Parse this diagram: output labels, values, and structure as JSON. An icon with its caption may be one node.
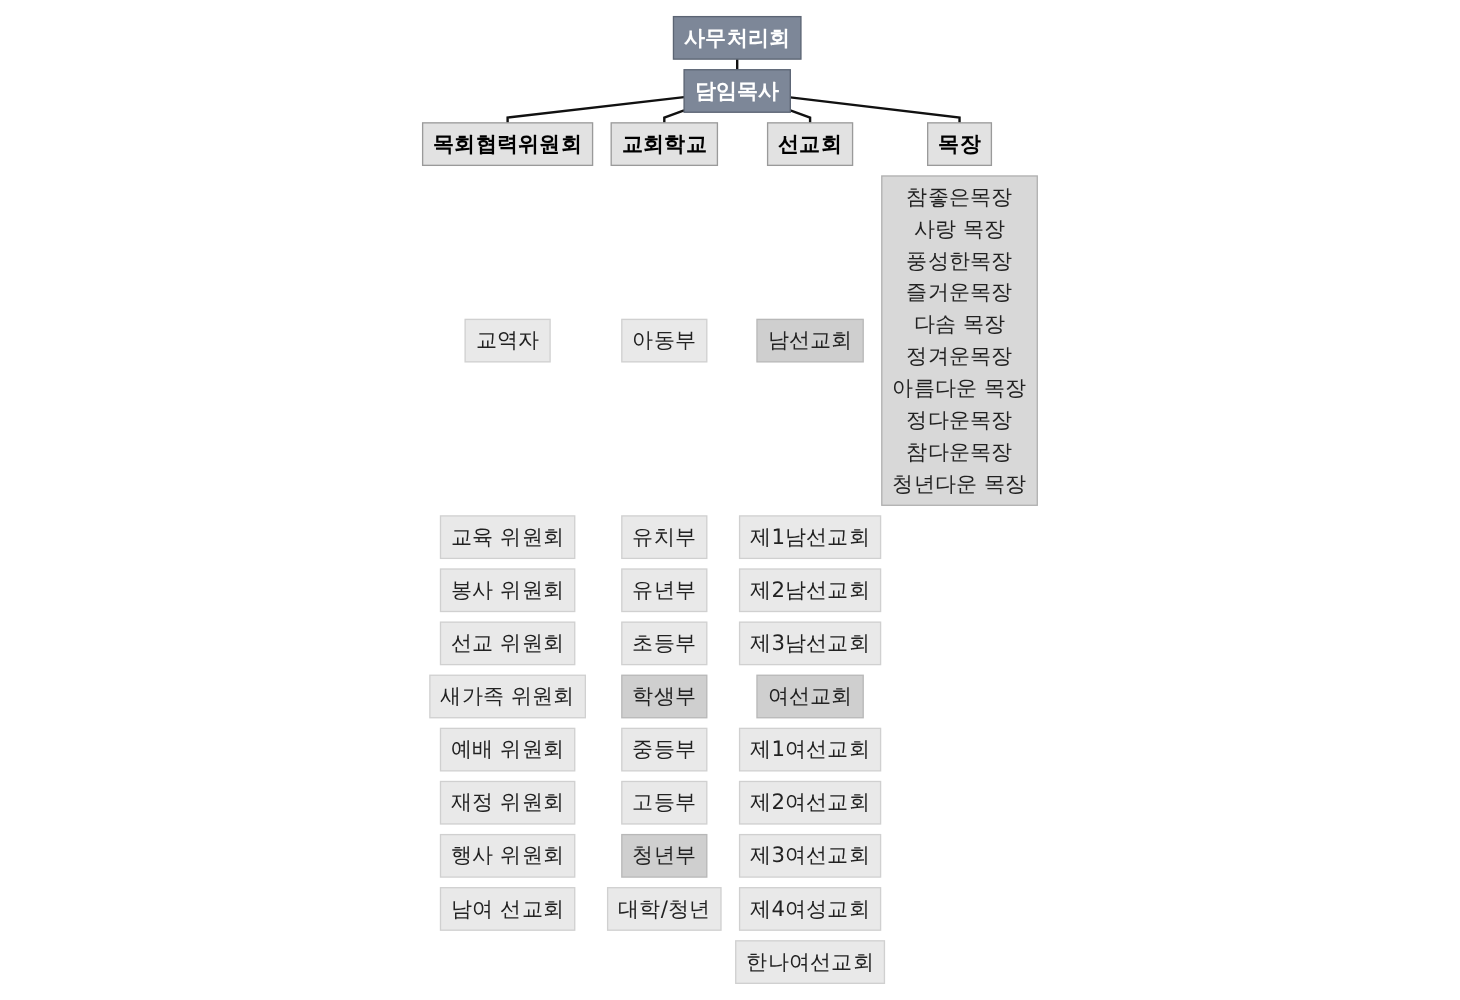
{
  "diagram": {
    "nodes": [
      {
        "text": [
          "사무처리회"
        ]
      },
      {
        "text": [
          "담임목사"
        ]
      },
      {
        "text": [
          "목회협력위원회"
        ]
      },
      {
        "text": [
          "교회학교"
        ]
      },
      {
        "text": [
          "선교회"
        ]
      },
      {
        "text": [
          "목장"
        ]
      },
      {
        "text": [
          "교역자"
        ]
      },
      {
        "text": [
          "교육 위원회"
        ]
      },
      {
        "text": [
          "봉사 위원회"
        ]
      },
      {
        "text": [
          "선교 위원회"
        ]
      },
      {
        "text": [
          "새가족 위원회"
        ]
      },
      {
        "text": [
          "예배 위원회"
        ]
      },
      {
        "text": [
          "재정 위원회"
        ]
      },
      {
        "text": [
          "행사 위원회"
        ]
      },
      {
        "text": [
          "남여 선교회"
        ]
      },
      {
        "text": [
          "아동부"
        ]
      },
      {
        "text": [
          "유치부"
        ]
      },
      {
        "text": [
          "유년부"
        ]
      },
      {
        "text": [
          "초등부"
        ]
      },
      {
        "text": [
          "학생부"
        ]
      },
      {
        "text": [
          "중등부"
        ]
      },
      {
        "text": [
          "고등부"
        ]
      },
      {
        "text": [
          "청년부"
        ]
      },
      {
        "text": [
          "대학/청년"
        ]
      },
      {
        "text": [
          "남선교회"
        ]
      },
      {
        "text": [
          "제1남선교회"
        ]
      },
      {
        "text": [
          "제2남선교회"
        ]
      },
      {
        "text": [
          "제3남선교회"
        ]
      },
      {
        "text": [
          "여선교회"
        ]
      },
      {
        "text": [
          "제1여선교회"
        ]
      },
      {
        "text": [
          "제2여선교회"
        ]
      },
      {
        "text": [
          "제3여선교회"
        ]
      },
      {
        "text": [
          "제4여성교회"
        ]
      },
      {
        "text": [
          "한나여선교회"
        ]
      },
      {
        "text": [
          "참좋은목장",
          "사랑 목장",
          "풍성한목장",
          "즐거운목장",
          "다솜 목장",
          "정겨운목장",
          "아름다운 목장",
          "정다운목장",
          "참다운목장",
          "청년다운 목장"
        ]
      }
    ],
    "edges": [
      {
        "from": 0,
        "to": 1,
        "arrow": "none"
      },
      {
        "from": 1,
        "to": 2,
        "arrow": "none"
      },
      {
        "from": 1,
        "to": 3,
        "arrow": "none"
      },
      {
        "from": 1,
        "to": 4,
        "arrow": "none"
      },
      {
        "from": 1,
        "to": 5,
        "arrow": "none"
      }
    ]
  }
}
